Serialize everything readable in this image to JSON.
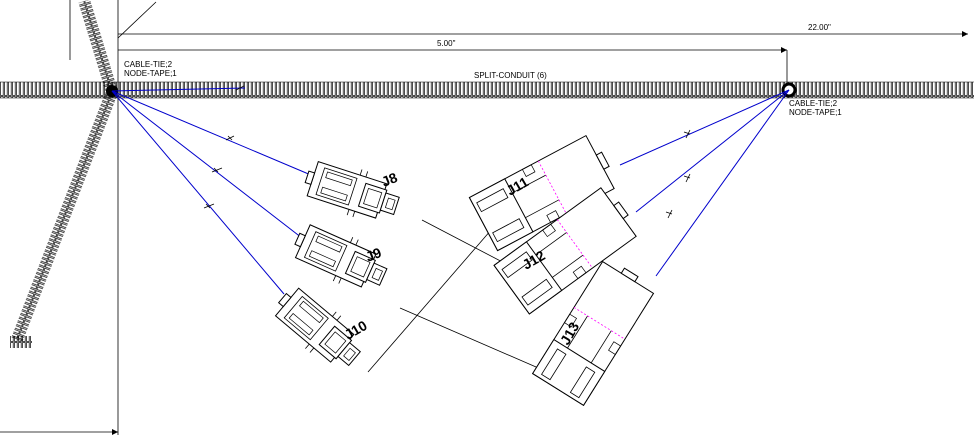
{
  "drawing": {
    "dims": {
      "overall_length": "22.00\"",
      "branch_length": "5.00\""
    },
    "main_bundle_label": "SPLIT-CONDUIT (6)",
    "left_node": {
      "line1": "CABLE-TIE;2",
      "line2": "NODE-TAPE;1"
    },
    "right_node": {
      "line1": "CABLE-TIE;2",
      "line2": "NODE-TAPE;1"
    },
    "connectors": {
      "j8": "J8",
      "j9": "J9",
      "j10": "J10",
      "j11": "J11",
      "j12": "J12",
      "j13": "J13"
    },
    "colors": {
      "wire": "#0000cc",
      "pin_mark": "#ff00ff",
      "line": "#000000"
    }
  }
}
